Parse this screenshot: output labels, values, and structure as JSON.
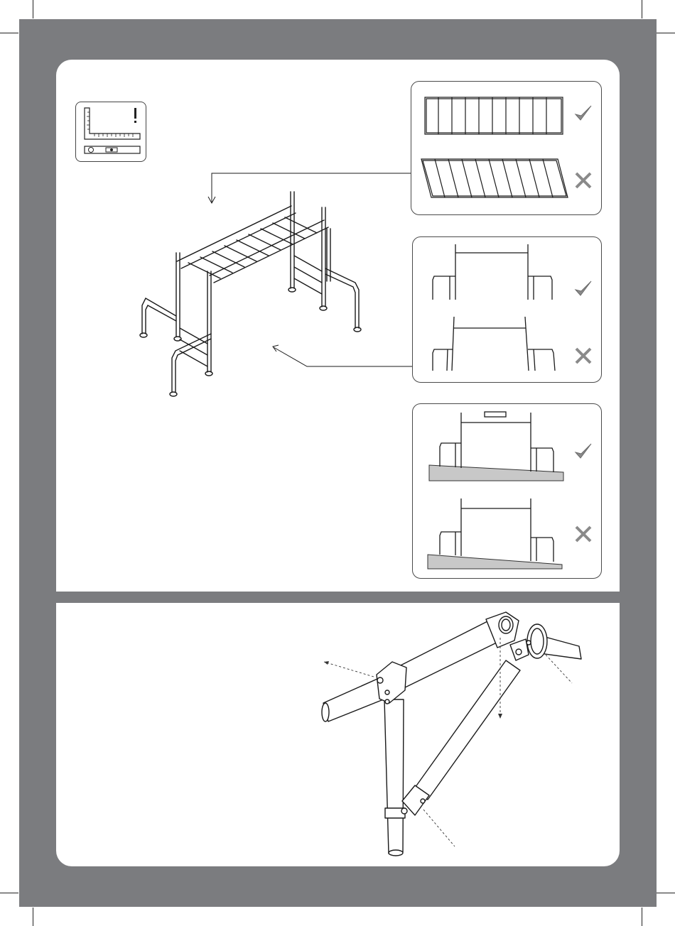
{
  "page": {
    "background": "#7b7c7f",
    "panel_color": "#ffffff",
    "line_color": "#1a1a1a",
    "mark_color": "#8a8a8a"
  },
  "tool_card": {
    "icons": [
      "square-ruler-icon",
      "spirit-level-icon",
      "warning-exclamation-icon"
    ]
  },
  "callouts": [
    {
      "name": "frame-top-view",
      "correct_icon": "check-mark-icon",
      "incorrect_icon": "cross-mark-icon"
    },
    {
      "name": "frame-front-view",
      "correct_icon": "check-mark-icon",
      "incorrect_icon": "cross-mark-icon"
    },
    {
      "name": "ground-level-view",
      "correct_icon": "check-mark-icon",
      "incorrect_icon": "cross-mark-icon"
    }
  ],
  "illustrations": {
    "main": "monkey-bar-frame-assembly",
    "detail": "corner-joint-detail"
  }
}
